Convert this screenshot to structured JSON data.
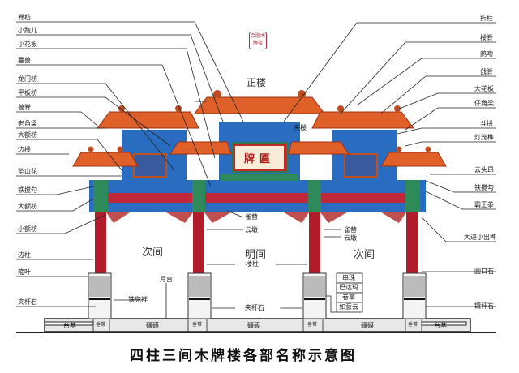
{
  "diagram": {
    "title": "四柱三间木牌楼各部名称示意图",
    "seal_text": "合肥木牌楼",
    "plaque_text": "牌匾",
    "section_labels": {
      "main_tower": "正楼",
      "center_bay": "明间",
      "left_side_bay": "次间",
      "right_side_bay": "次间"
    },
    "left_labels": [
      "脊枋",
      "小跑儿",
      "小花板",
      "垂兽",
      "龙门枋",
      "平板枋",
      "兽脊",
      "老角梁",
      "大额枋",
      "边楼",
      "坠山花",
      "铁搅勾",
      "大额枋",
      "小额枋",
      "边柱",
      "箍叶",
      "夹杆石"
    ],
    "right_labels": [
      "折柱",
      "楼脊",
      "鸱吻",
      "戗脊",
      "大花板",
      "仔角梁",
      "斗拱",
      "灯笼榫",
      "云头昂",
      "铁搅勾",
      "霸王拳",
      "大进小出榫",
      "圆口石",
      "镶杆石"
    ],
    "center_labels": {
      "side_tower": "夹楼",
      "bracket": "雀替",
      "cloud_block": "云墩",
      "column": "楼柱",
      "terrace": "月台",
      "clamp_stone": "夹杆石",
      "iron_hoop": "铁兜袢",
      "second_bracket": "雀替",
      "second_cloud_block": "云墩"
    },
    "base_detail_labels": [
      "串珠",
      "巴达玛",
      "卷草",
      "如意云"
    ],
    "base": {
      "left_platform": "台基",
      "right_platform": "台基",
      "belt": "垂带",
      "steps": "礓礤"
    },
    "colors": {
      "roof": "#e0602a",
      "beam_blue": "#2a6cc0",
      "beam_red": "#c0283a",
      "green": "#2f8a5a",
      "column": "#b01c2a",
      "line": "#222222"
    }
  }
}
